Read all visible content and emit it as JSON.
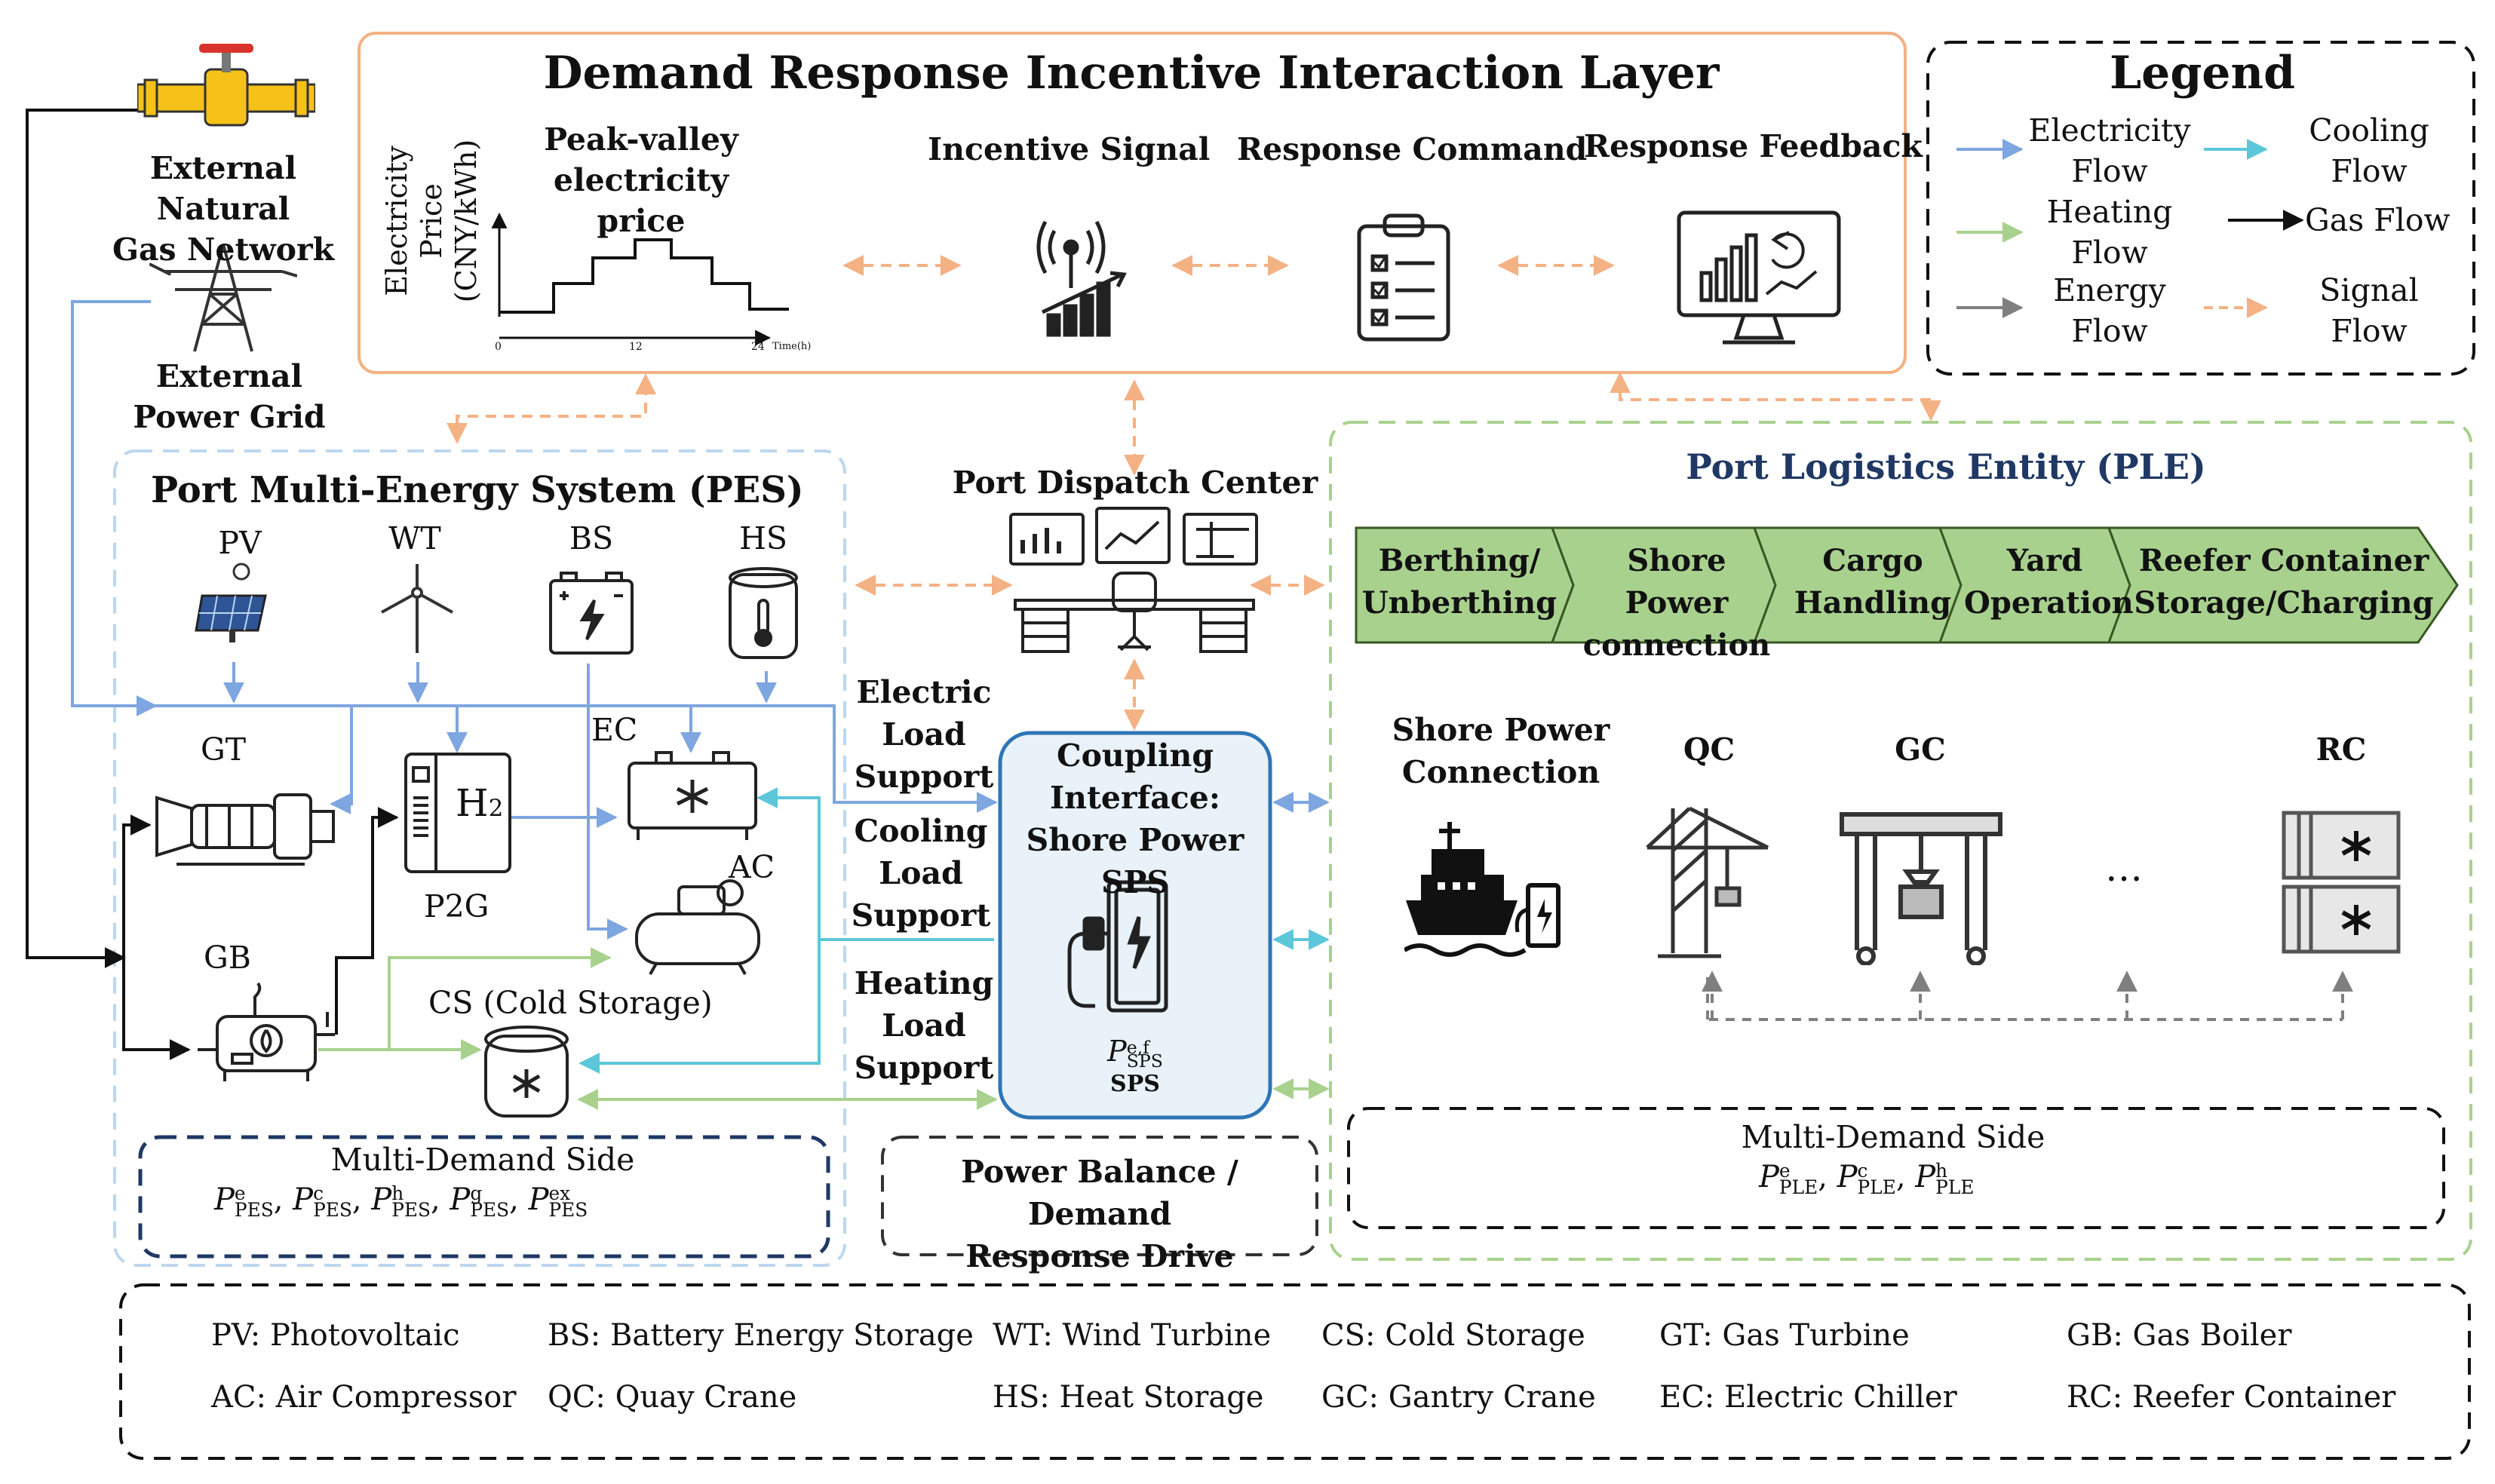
{
  "colors": {
    "electricity": "#7ea6e0",
    "heating": "#a9d18e",
    "cooling": "#5bc7d9",
    "energy": "#7f7f7f",
    "signal": "#f4b183",
    "gas": "#111111",
    "ple_title": "#1f3864",
    "process_fill": "#a9d18e"
  },
  "external": {
    "gas_network": "External Natural\nGas Network",
    "power_grid": "External\nPower Grid"
  },
  "dr_layer": {
    "title": "Demand Response Incentive Interaction Layer",
    "price_title": "Peak-valley\nelectricity price",
    "price_ylabel": "Electricity Price\n(CNY/kWh)",
    "price_ticks": [
      "0",
      "12",
      "24",
      "Time(h)"
    ],
    "incentive_signal": "Incentive Signal",
    "response_command": "Response Command",
    "response_feedback": "Response Feedback",
    "incentive_icon": "antenna-signal-icon",
    "command_icon": "clipboard-checklist-icon",
    "feedback_icon": "monitor-dashboard-icon"
  },
  "legend": {
    "title": "Legend",
    "items": [
      {
        "label": "Electricity\nFlow",
        "color": "#7ea6e0"
      },
      {
        "label": "Cooling\nFlow",
        "color": "#5bc7d9"
      },
      {
        "label": "Heating\nFlow",
        "color": "#a9d18e"
      },
      {
        "label": "Gas Flow",
        "color": "#111111"
      },
      {
        "label": "Energy\nFlow",
        "color": "#7f7f7f"
      },
      {
        "label": "Signal\nFlow",
        "color": "#f4b183"
      }
    ]
  },
  "pes": {
    "title": "Port Multi-Energy System (PES)",
    "pv": "PV",
    "wt": "WT",
    "bs": "BS",
    "hs": "HS",
    "gt": "GT",
    "p2g": "P2G",
    "ec": "EC",
    "ac": "AC",
    "gb": "GB",
    "cs": "CS (Cold Storage)",
    "h2": "H",
    "h2_sub": "2"
  },
  "supports": {
    "electric": "Electric\nLoad\nSupport",
    "cooling": "Cooling\nLoad\nSupport",
    "heating": "Heating\nLoad\nSupport"
  },
  "dispatch": {
    "title": "Port Dispatch Center"
  },
  "coupling": {
    "title": "Coupling\nInterface:\nShore Power SPS",
    "symbol_base": "P",
    "symbol_sup": "e,f",
    "symbol_sub": "SPS",
    "label": "SPS"
  },
  "pes_demand": {
    "title": "Multi-Demand Side",
    "terms": [
      {
        "sup": "e",
        "sub": "PES"
      },
      {
        "sup": "c",
        "sub": "PES"
      },
      {
        "sup": "h",
        "sub": "PES"
      },
      {
        "sup": "g",
        "sub": "PES"
      },
      {
        "sup": "ex",
        "sub": "PES"
      }
    ]
  },
  "balance": {
    "label": "Power Balance / Demand\nResponse Drive"
  },
  "ple": {
    "title": "Port Logistics Entity (PLE)",
    "process": [
      "Berthing/\nUnberthing",
      "Shore Power\nconnection",
      "Cargo\nHandling",
      "Yard\nOperation",
      "Reefer Container\nStorage/Charging"
    ],
    "shore_power": "Shore Power\nConnection",
    "qc": "QC",
    "gc": "GC",
    "rc": "RC",
    "ellipsis": "…"
  },
  "ple_demand": {
    "title": "Multi-Demand Side",
    "terms": [
      {
        "sup": "e",
        "sub": "PLE"
      },
      {
        "sup": "c",
        "sub": "PLE"
      },
      {
        "sup": "h",
        "sub": "PLE"
      }
    ]
  },
  "abbreviations": [
    "PV: Photovoltaic",
    "BS: Battery Energy Storage",
    "WT: Wind Turbine",
    "CS: Cold Storage",
    "GT: Gas Turbine",
    "GB: Gas Boiler",
    "AC: Air Compressor",
    "QC: Quay Crane",
    "HS: Heat Storage",
    "GC: Gantry Crane",
    "EC: Electric Chiller",
    "RC: Reefer Container"
  ]
}
